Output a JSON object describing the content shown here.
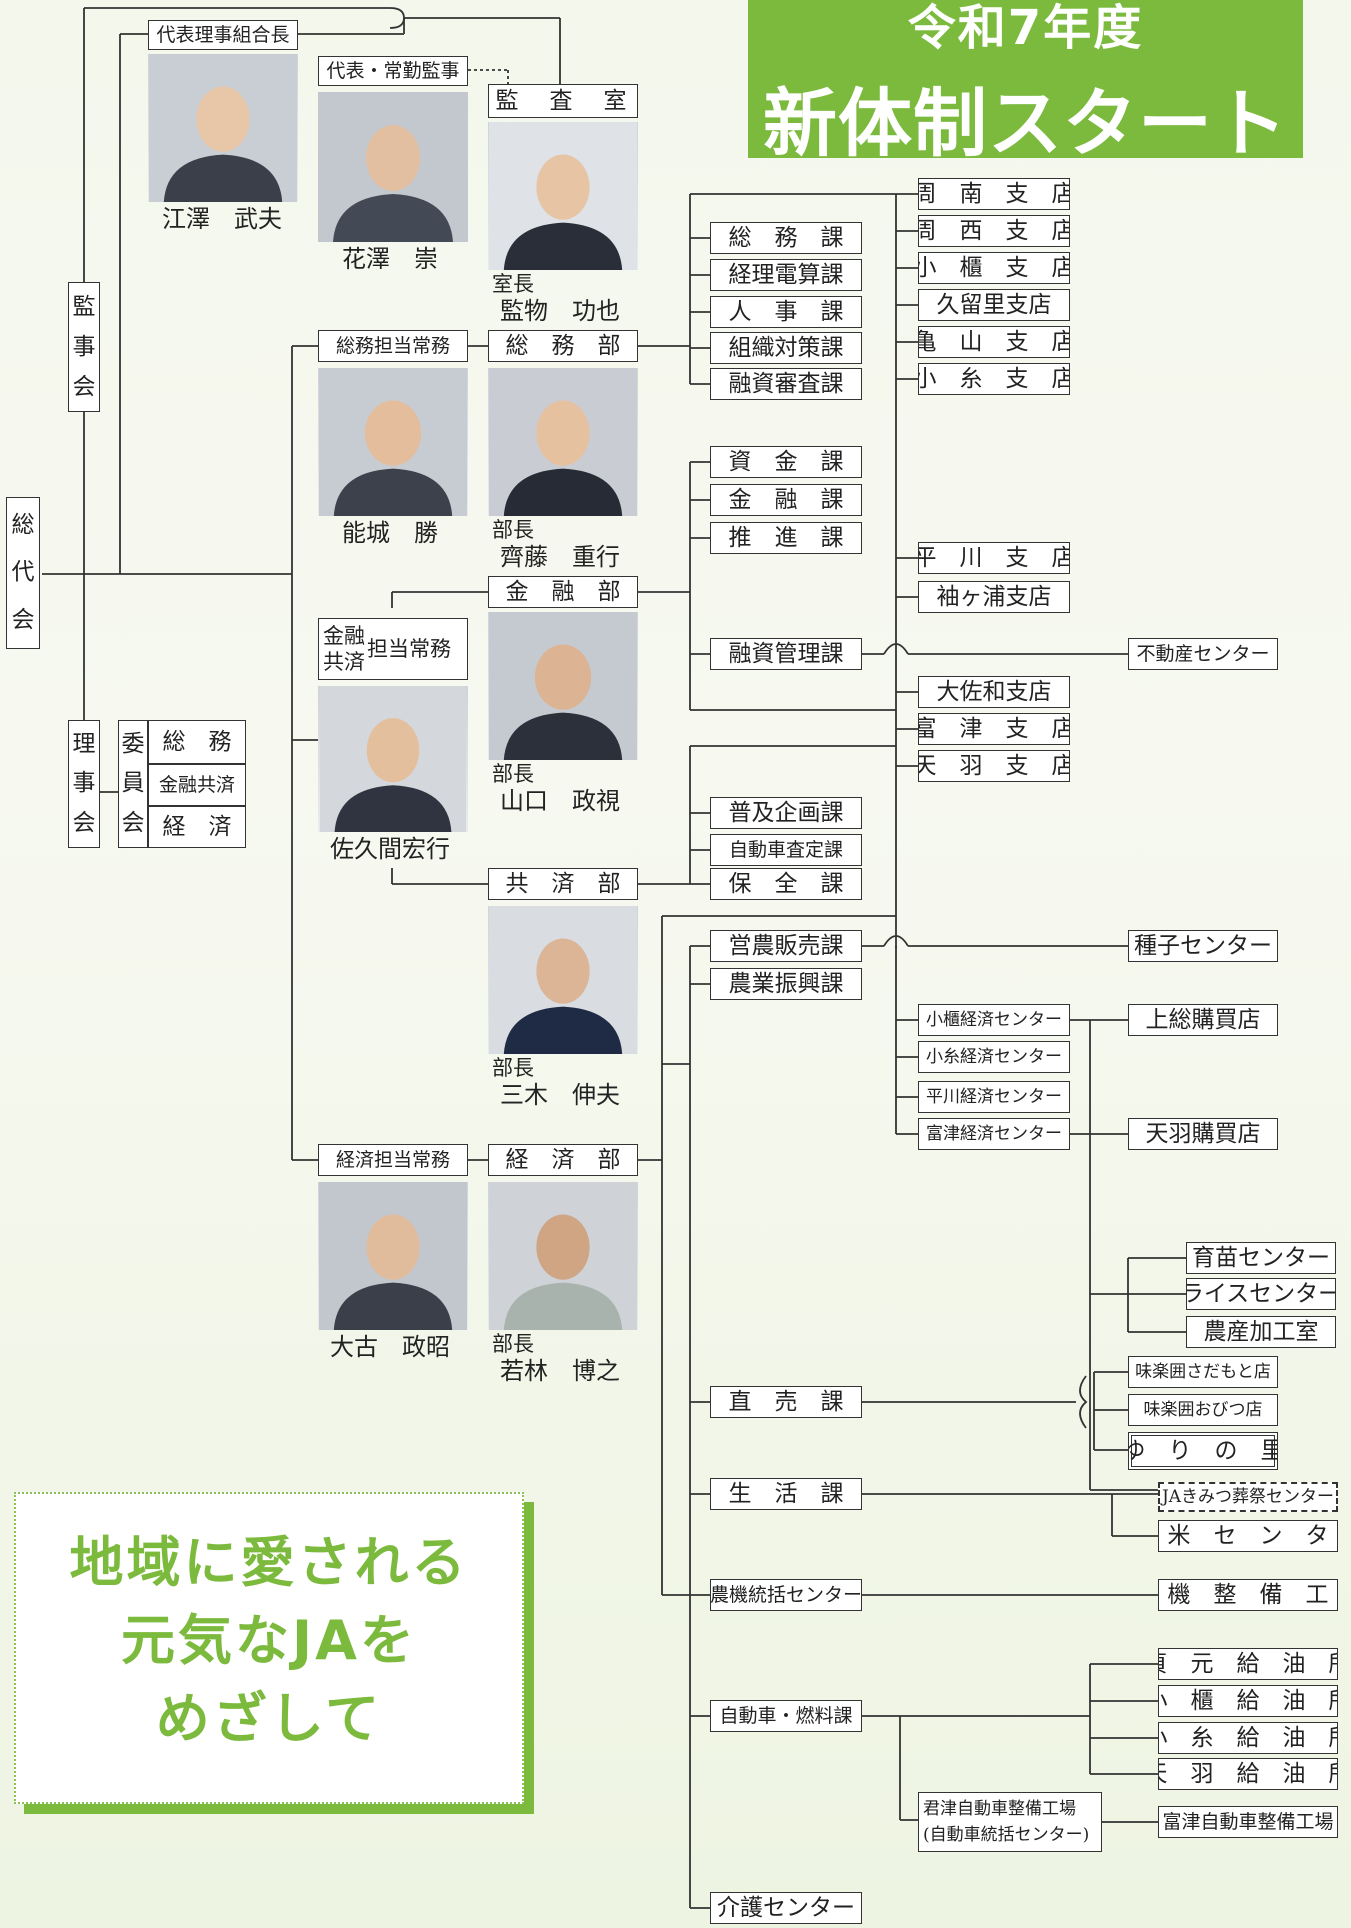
{
  "banner": {
    "year": "令和7年度",
    "title": "新体制スタート"
  },
  "slogan": {
    "line1": "地域に愛される",
    "line2": "元気なJAを",
    "line3": "めざして"
  },
  "governance": {
    "sodaikai": [
      "総",
      "代",
      "会"
    ],
    "kanjikai": [
      "監",
      "事",
      "会"
    ],
    "rijikai": [
      "理",
      "事",
      "会"
    ],
    "iinkai": [
      "委",
      "員",
      "会"
    ],
    "committees": [
      "総　務",
      "金融共済",
      "経　済"
    ]
  },
  "officers": {
    "chairman": {
      "title": "代表理事組合長",
      "name": "江澤　武夫"
    },
    "auditor": {
      "title": "代表・常勤監事",
      "name": "花澤　崇"
    },
    "audit_office": {
      "title": "監　査　室",
      "role": "室長",
      "name": "監物　功也"
    },
    "somu_director": {
      "title": "総務担当常務",
      "name": "能城　勝"
    },
    "somu_dept": {
      "title": "総　務　部",
      "role": "部長",
      "name": "齊藤　重行"
    },
    "kinyu_director": {
      "title_a": "金融",
      "title_b": "共済",
      "title_c": "担当常務",
      "name": "佐久間宏行"
    },
    "kinyu_dept": {
      "title": "金　融　部",
      "role": "部長",
      "name": "山口　政視"
    },
    "kyosai_dept": {
      "title": "共　済　部",
      "role": "部長",
      "name": "三木　伸夫"
    },
    "keizai_director": {
      "title": "経済担当常務",
      "name": "大古　政昭"
    },
    "keizai_dept": {
      "title": "経　済　部",
      "role": "部長",
      "name": "若林　博之"
    }
  },
  "sections": {
    "somu": [
      "総　務　課",
      "経理電算課",
      "人　事　課",
      "組織対策課",
      "融資審査課"
    ],
    "kinyu": [
      "資　金　課",
      "金　融　課",
      "推　進　課"
    ],
    "loan_mgmt": "融資管理課",
    "kyosai": [
      "普及企画課",
      "自動車査定課",
      "保　全　課"
    ],
    "eino": [
      "営農販売課",
      "農業振興課"
    ],
    "direct": "直　売　課",
    "life": "生　活　課",
    "machinery": "農機統括センター",
    "fuel": "自動車・燃料課",
    "care": "介護センター"
  },
  "branches": {
    "group1": [
      "周　南　支　店",
      "周　西　支　店",
      "小　櫃　支　店",
      "久留里支店",
      "亀　山　支　店",
      "小　糸　支　店"
    ],
    "group2": [
      "平　川　支　店",
      "袖ヶ浦支店"
    ],
    "group3": [
      "大佐和支店",
      "富　津　支　店",
      "天　羽　支　店"
    ]
  },
  "centers": {
    "real_estate": "不動産センター",
    "seed": "種子センター",
    "econ": [
      "小櫃経済センター",
      "小糸経済センター",
      "平川経済センター",
      "富津経済センター"
    ],
    "shops": [
      "上総購買店",
      "天羽購買店"
    ],
    "agri": [
      "育苗センター",
      "ライスセンター",
      "農産加工室"
    ],
    "direct_shops": [
      "味楽囲さだもと店",
      "味楽囲おびつ店",
      "ゆ　り　の　里"
    ],
    "funeral": "JAきみつ葬祭センター",
    "rice_mill": "精　米　セ　ン　タ　ー",
    "machine_shop": "農　機　整　備　工　場",
    "gas": [
      "貞　元　給　油　所",
      "小　櫃　給　油　所",
      "小　糸　給　油　所",
      "天　羽　給　油　所"
    ],
    "car_shop_a": "君津自動車整備工場",
    "car_shop_b": "(自動車統括センター)",
    "car_shop_futtsu": "富津自動車整備工場"
  }
}
